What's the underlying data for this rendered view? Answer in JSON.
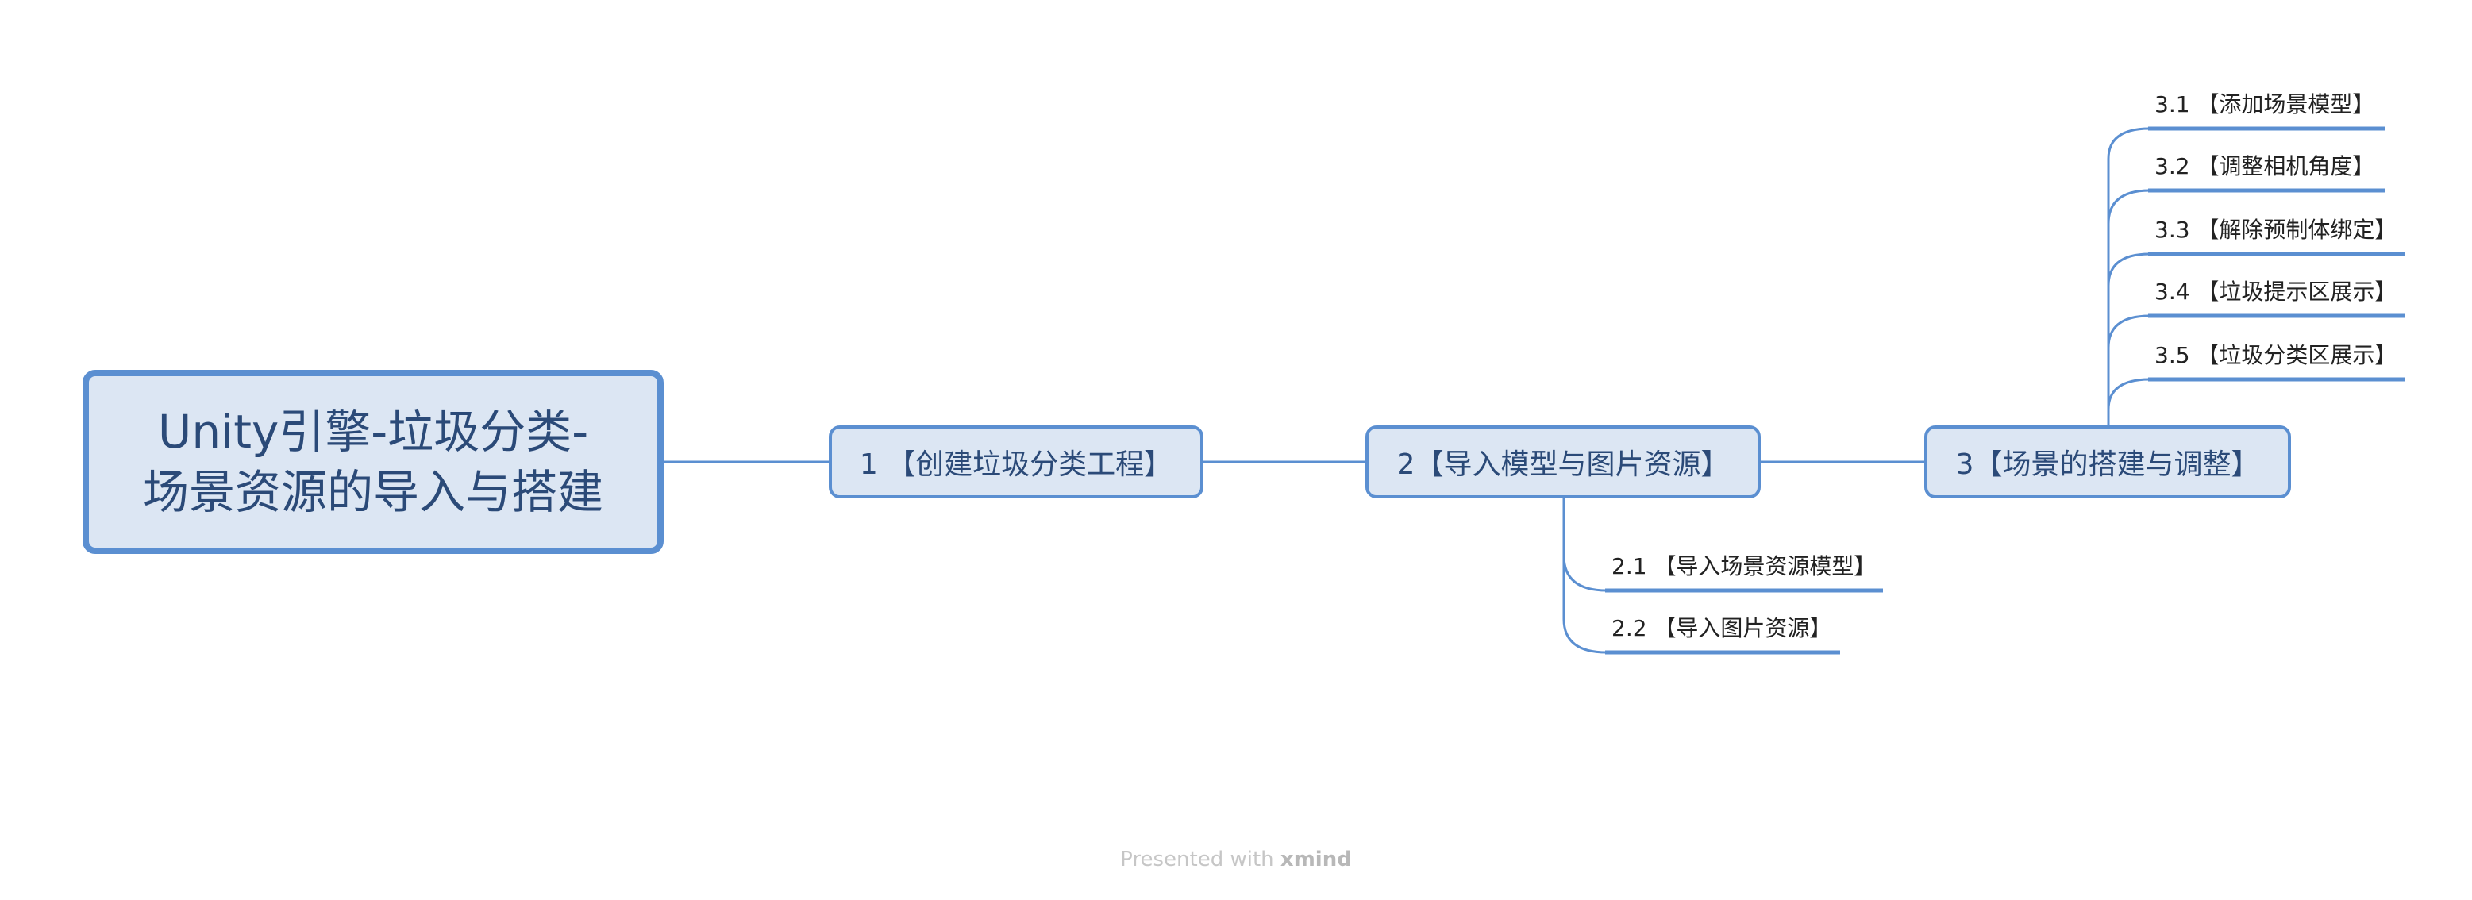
{
  "root": {
    "line1": "Unity引擎-垃圾分类-",
    "line2": "场景资源的导入与搭建"
  },
  "topics": [
    {
      "label": "1 【创建垃圾分类工程】"
    },
    {
      "label": "2【导入模型与图片资源】"
    },
    {
      "label": "3【场景的搭建与调整】"
    }
  ],
  "subtopics_2": [
    {
      "label": "2.1 【导入场景资源模型】"
    },
    {
      "label": "2.2 【导入图片资源】"
    }
  ],
  "subtopics_3": [
    {
      "label": "3.1 【添加场景模型】"
    },
    {
      "label": "3.2 【调整相机角度】"
    },
    {
      "label": "3.3 【解除预制体绑定】"
    },
    {
      "label": "3.4 【垃圾提示区展示】"
    },
    {
      "label": "3.5 【垃圾分类区展示】"
    }
  ],
  "footer": {
    "prefix": "Presented with ",
    "brand": "xmind"
  },
  "colors": {
    "line": "#5b8fd1",
    "node_fill": "#dce6f3",
    "node_text": "#2b4a78"
  }
}
